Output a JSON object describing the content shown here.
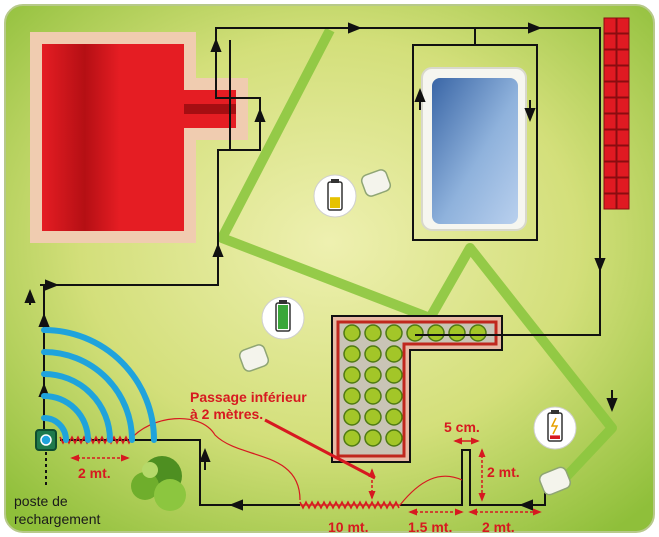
{
  "colors": {
    "lawn_center": "#e6ea9a",
    "lawn_edge": "#8fbf3a",
    "accent_red": "#d71920",
    "wire": "#111111",
    "robot_path": "#8cc63f",
    "signal": "#1fa3dc",
    "pool": "#3d6aa8"
  },
  "labels": {
    "underpass": [
      "Passage inférieur",
      "à 2 mètres."
    ],
    "dist_2mt_station": "2 mt.",
    "dist_10mt": "10 mt.",
    "dist_1_5mt": "1.5 mt.",
    "dist_2mt_bottom": "2 mt.",
    "dist_5cm": "5 cm.",
    "dist_2mt_vertical": "2 mt.",
    "station": [
      "poste de",
      "rechargement"
    ]
  },
  "icons": {
    "battery_top": {
      "name": "battery-medium-icon",
      "level": 0.45
    },
    "battery_left": {
      "name": "battery-full-icon",
      "level": 1.0
    },
    "battery_right": {
      "name": "battery-low-icon",
      "level": 0.15
    },
    "robot": "robot-mower-icon",
    "station": "charging-station-icon",
    "signal": "wifi-signal-icon"
  }
}
